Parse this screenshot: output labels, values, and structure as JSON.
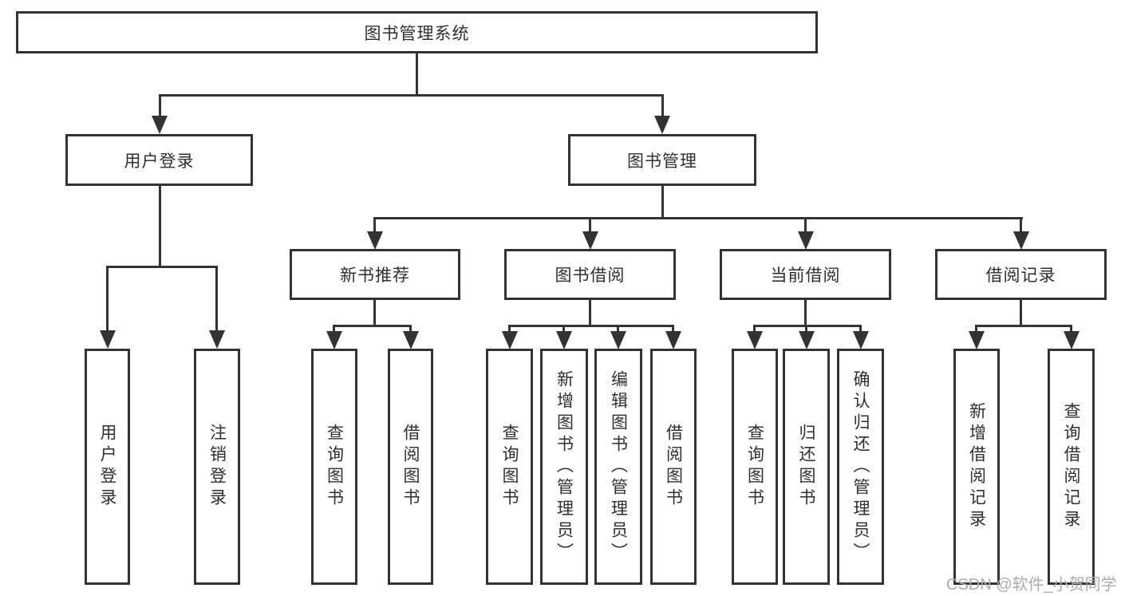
{
  "tree": {
    "root": {
      "label": "图书管理系统"
    },
    "children": [
      {
        "label": "用户登录",
        "children": [
          {
            "label": "用户登录"
          },
          {
            "label": "注销登录"
          }
        ]
      },
      {
        "label": "图书管理",
        "children": [
          {
            "label": "新书推荐",
            "children": [
              {
                "label": "查询图书"
              },
              {
                "label": "借阅图书"
              }
            ]
          },
          {
            "label": "图书借阅",
            "children": [
              {
                "label": "查询图书"
              },
              {
                "label": "新增图书（管理员）"
              },
              {
                "label": "编辑图书（管理员）"
              },
              {
                "label": "借阅图书"
              }
            ]
          },
          {
            "label": "当前借阅",
            "children": [
              {
                "label": "查询图书"
              },
              {
                "label": "归还图书"
              },
              {
                "label": "确认归还（管理员）"
              }
            ]
          },
          {
            "label": "借阅记录",
            "children": [
              {
                "label": "新增借阅记录"
              },
              {
                "label": "查询借阅记录"
              }
            ]
          }
        ]
      }
    ]
  },
  "watermark": {
    "text": "CSDN @软件_小贺同学"
  },
  "colors": {
    "line": "#333333",
    "text": "#2f2f2f",
    "background": "#ffffff",
    "watermark": "#ababab"
  }
}
